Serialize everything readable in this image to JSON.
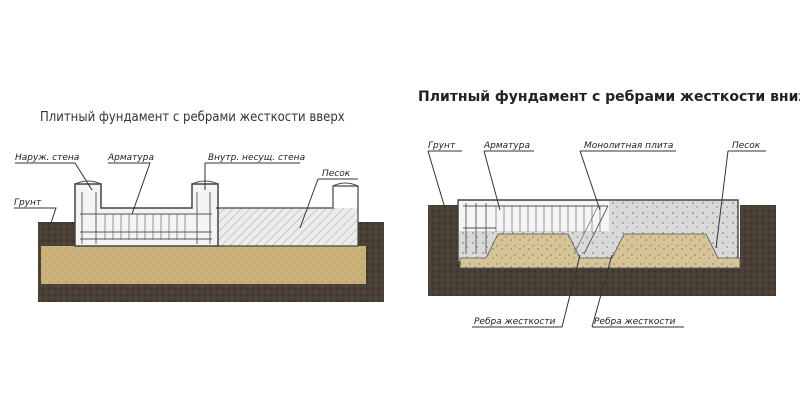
{
  "left": {
    "title": "Плитный фундамент с ребрами жесткости вверх",
    "labels": {
      "outer_wall": "Наруж. стена",
      "rebar": "Арматура",
      "inner_wall": "Внутр. несущ. стена",
      "sand": "Песок",
      "ground": "Грунт"
    }
  },
  "right": {
    "title": "Плитный фундамент с ребрами жесткости вниз",
    "labels": {
      "ground": "Грунт",
      "rebar": "Арматура",
      "slab": "Монолитная плита",
      "sand": "Песок",
      "rib_1": "Ребра жесткости",
      "rib_2": "Ребра жесткости"
    }
  },
  "colors": {
    "soil": "#4a3f35",
    "sand": "#cbb27a",
    "concrete": "#e2e2e2",
    "rebar": "#555555",
    "background": "#ffffff"
  }
}
